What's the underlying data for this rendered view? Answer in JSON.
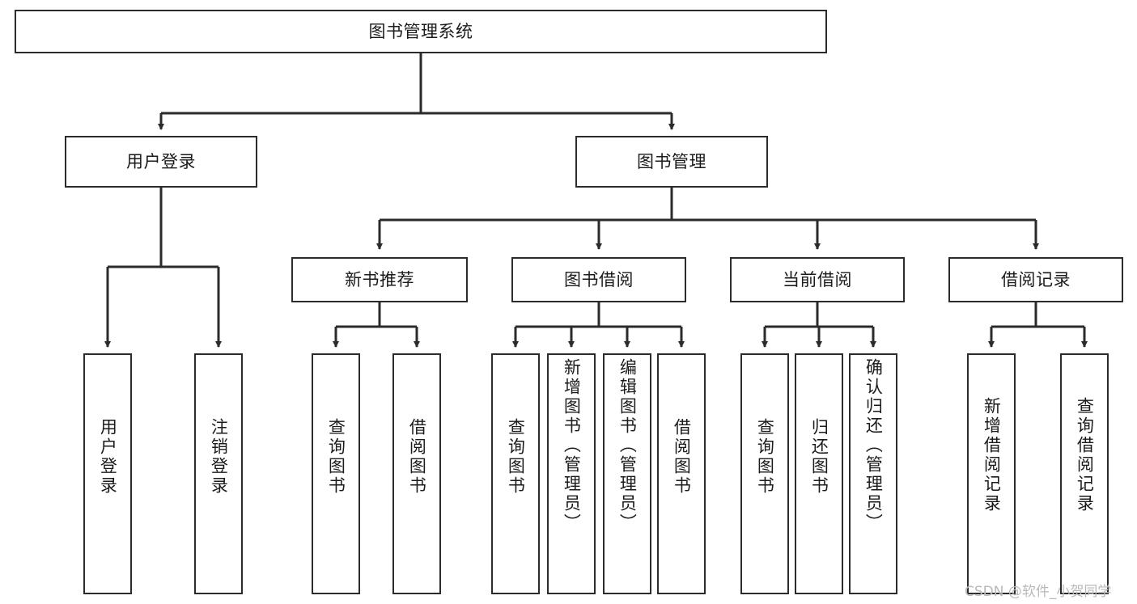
{
  "diagram": {
    "title": "图书管理系统",
    "type": "tree-hierarchy",
    "watermark": "CSDN @软件_小贺同学",
    "colors": {
      "stroke": "#2b2b2b",
      "fill": "#ffffff",
      "text": "#1b1b1b",
      "watermark": "#b9b9b9"
    },
    "root": {
      "id": "root",
      "label": "图书管理系统"
    },
    "level2": [
      {
        "id": "user-login",
        "label": "用户登录"
      },
      {
        "id": "book-manage",
        "label": "图书管理"
      }
    ],
    "level3": [
      {
        "id": "new-book-recommend",
        "label": "新书推荐",
        "parent": "book-manage"
      },
      {
        "id": "book-borrow",
        "label": "图书借阅",
        "parent": "book-manage"
      },
      {
        "id": "current-borrow",
        "label": "当前借阅",
        "parent": "book-manage"
      },
      {
        "id": "borrow-record",
        "label": "借阅记录",
        "parent": "book-manage"
      }
    ],
    "leaves": [
      {
        "id": "leaf-user-login",
        "label": "用户登录",
        "parent": "user-login"
      },
      {
        "id": "leaf-user-logout",
        "label": "注销登录",
        "parent": "user-login"
      },
      {
        "id": "leaf-query-book-1",
        "label": "查询图书",
        "parent": "new-book-recommend"
      },
      {
        "id": "leaf-borrow-book-1",
        "label": "借阅图书",
        "parent": "new-book-recommend"
      },
      {
        "id": "leaf-query-book-2",
        "label": "查询图书",
        "parent": "book-borrow"
      },
      {
        "id": "leaf-add-book",
        "label": "新增图书（管理员）",
        "parent": "book-borrow"
      },
      {
        "id": "leaf-edit-book",
        "label": "编辑图书（管理员）",
        "parent": "book-borrow"
      },
      {
        "id": "leaf-borrow-book-2",
        "label": "借阅图书",
        "parent": "book-borrow"
      },
      {
        "id": "leaf-query-book-3",
        "label": "查询图书",
        "parent": "current-borrow"
      },
      {
        "id": "leaf-return-book",
        "label": "归还图书",
        "parent": "current-borrow"
      },
      {
        "id": "leaf-confirm-return",
        "label": "确认归还（管理员）",
        "parent": "current-borrow"
      },
      {
        "id": "leaf-add-record",
        "label": "新增借阅记录",
        "parent": "borrow-record"
      },
      {
        "id": "leaf-query-record",
        "label": "查询借阅记录",
        "parent": "borrow-record"
      }
    ]
  }
}
